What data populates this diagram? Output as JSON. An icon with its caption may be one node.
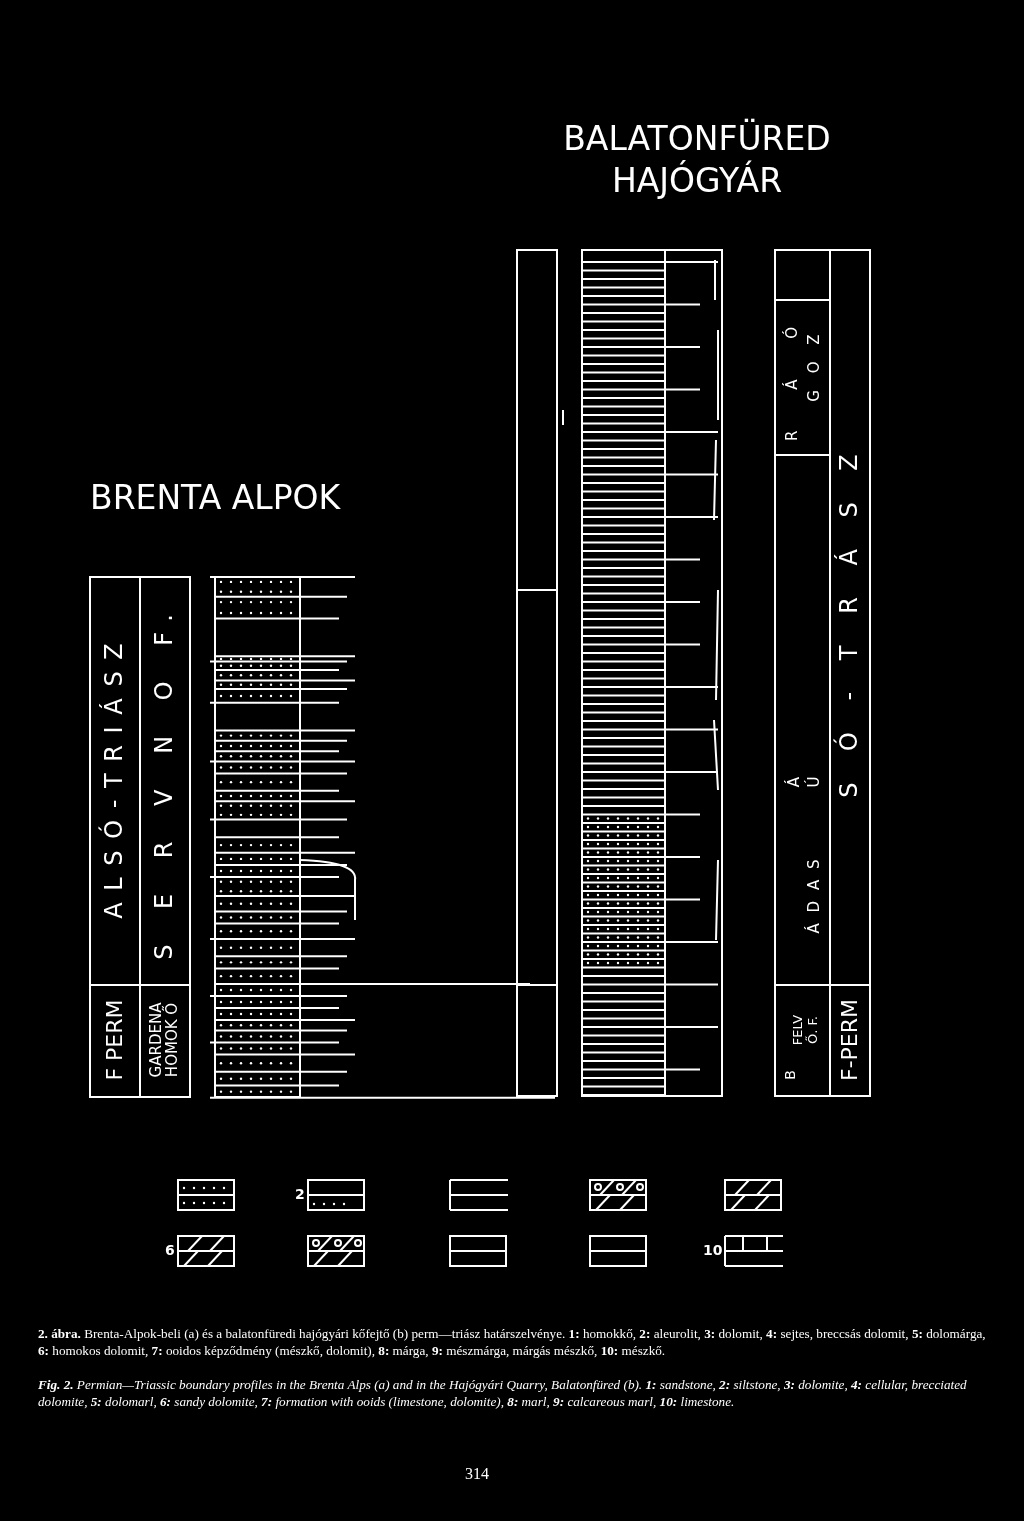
{
  "diagram": {
    "caption": "**2. ábra.** Brenta-Alpok-beli (a) és a balatonfüredi hajógyári kőfejtő (b) perm—triász határszelvénye. **1:** homokkő, **2:** aleurolit, **3:** dolomit, **4:** sejtes, breccsás dolomit, **5:** dolomárga, **6:** homokos dolomit, **7:** ooidos képződmény (mészkő, dolomit), **8:** márga, **9:** mészmárga, márgás mészkő, **10:** mészkő.",
    "labels": [
      "BALATONFÜRED HAJÓGYÁR",
      "BRENTA ALPOK",
      "A L S Ó - T R I Á S Z",
      "S E R V N O F.",
      "F PERM",
      "GARDENA HOMOK Ő",
      "R Á Ó",
      "G O Z",
      "Á",
      "Ú",
      "Á D A S",
      "B",
      "FELV Ő. F.",
      "S Ó - T R Á S Z",
      "F-PERM",
      "**Fig. 2.** Permian—Triassic boundary profiles in the Brenta Alps (a) and in the Hajógyári Quarry, Balatonfüred (b). **1:** sandstone, **2:** siltstone, **3:** dolomite, **4:** cellular, brecciated dolomite, **5:** dolomarl, **6:** sandy dolomite, **7:** formation with ooids (limestone, dolomite), **8:** marl, **9:** calcareous marl, **10:** limestone.",
      "314"
    ],
    "legend": [
      {
        "text": "2"
      },
      {
        "text": "6"
      },
      {
        "text": "10"
      }
    ]
  }
}
